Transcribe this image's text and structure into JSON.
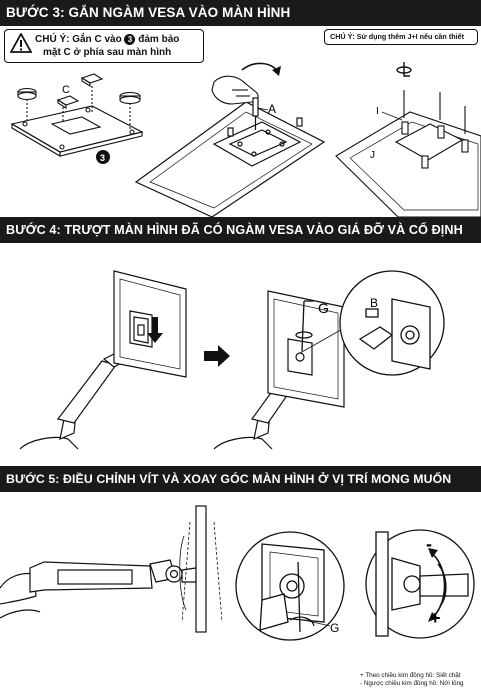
{
  "step3": {
    "title": "BƯỚC 3: GẮN NGÀM VESA VÀO MÀN HÌNH",
    "note_line1_prefix": "CHÚ Ý: Gắn C vào",
    "note_step_num": "3",
    "note_line1_suffix": "đảm bảo",
    "note_line2": "mặt C ở phía sau màn hình",
    "side_note": "CHÚ Ý: Sử dụng thêm J+I nếu cần thiết",
    "label_c": "C",
    "label_a": "A",
    "label_3": "3",
    "label_i": "I",
    "label_j": "J"
  },
  "step4": {
    "title": "BƯỚC 4: TRƯỢT MÀN HÌNH ĐÃ CÓ NGÀM VESA VÀO GIÁ ĐỠ VÀ CỐ ĐỊNH",
    "label_g": "G",
    "label_b": "B"
  },
  "step5": {
    "title": "BƯỚC 5: ĐIỀU CHỈNH VÍT VÀ XOAY GÓC MÀN HÌNH Ở VỊ TRÍ MONG MUỐN",
    "label_g": "G",
    "minus": "-",
    "plus": "+",
    "legend_line1": "+ Theo chiều kim đồng hồ: Siết chặt",
    "legend_line2": "- Ngược chiều kim đồng hồ: Nới lỏng"
  },
  "icons": [
    "warning-icon",
    "rotate-arrow-icon",
    "hand-icon",
    "hex-key-icon",
    "screwdriver-icon",
    "arrow-right-icon",
    "arrow-down-icon"
  ]
}
